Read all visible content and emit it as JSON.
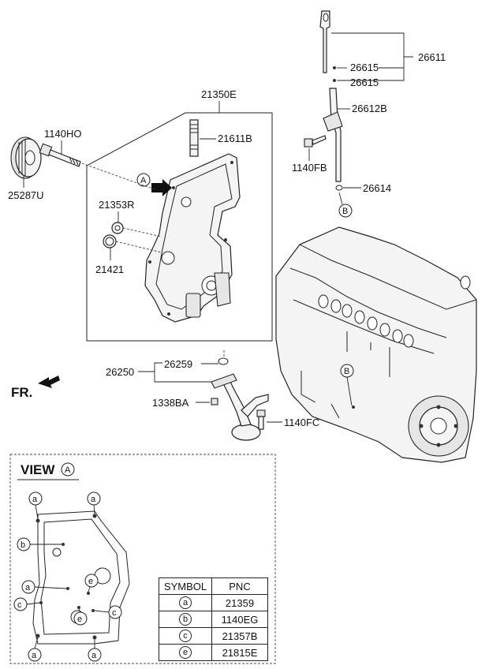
{
  "parts": {
    "p21350E": "21350E",
    "p1140HO": "1140HO",
    "p25287U": "25287U",
    "p21611B": "21611B",
    "p21353R": "21353R",
    "p21421": "21421",
    "p26611": "26611",
    "p26615a": "26615",
    "p26615b": "26615",
    "p26612B": "26612B",
    "p1140FB": "1140FB",
    "p26614": "26614",
    "p26259": "26259",
    "p26250": "26250",
    "p1338BA": "1338BA",
    "p1140FC": "1140FC"
  },
  "markers": {
    "A": "A",
    "B": "B"
  },
  "direction": "FR.",
  "view": {
    "label": "VIEW",
    "marker": "A"
  },
  "callouts": {
    "a": "a",
    "b": "b",
    "c": "c",
    "e": "e"
  },
  "legend": {
    "headers": [
      "SYMBOL",
      "PNC"
    ],
    "rows": [
      {
        "symbol": "a",
        "pnc": "21359"
      },
      {
        "symbol": "b",
        "pnc": "1140EG"
      },
      {
        "symbol": "c",
        "pnc": "21357B"
      },
      {
        "symbol": "e",
        "pnc": "21815E"
      }
    ]
  }
}
